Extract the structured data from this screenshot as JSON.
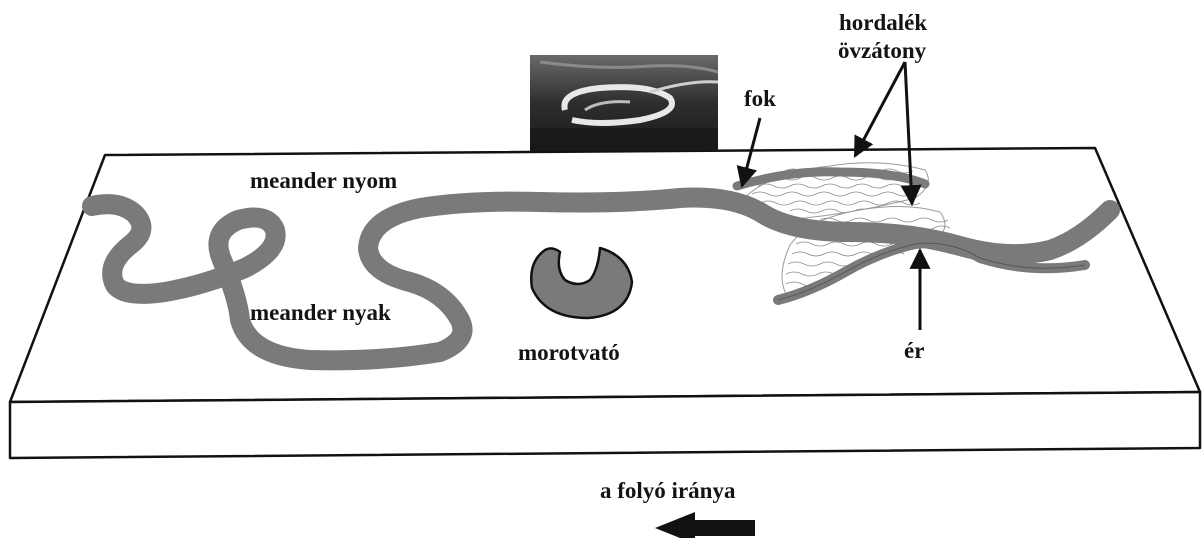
{
  "labels": {
    "meander_scar": "meander nyom",
    "meander_neck": "meander nyak",
    "oxbow_lake": "morotvató",
    "cutoff": "fok",
    "levee_line1": "hordalék",
    "levee_line2": "övzátony",
    "channel": "ér",
    "flow_direction": "a folyó iránya"
  },
  "colors": {
    "river": "#7a7a7a",
    "outline": "#111111",
    "photo_dark": "#3a3a3a"
  }
}
